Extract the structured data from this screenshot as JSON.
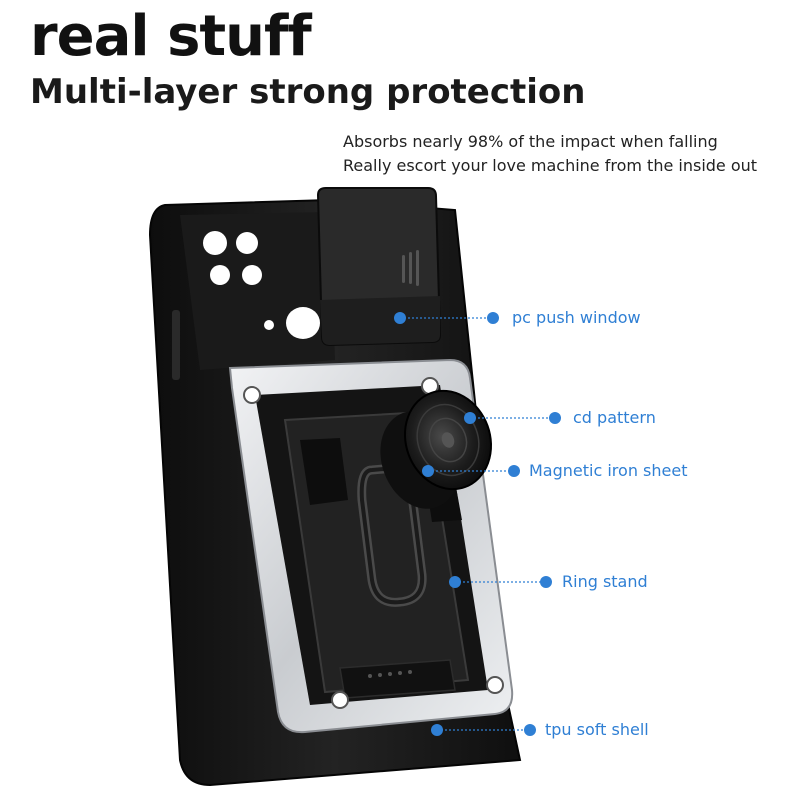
{
  "headline": "real stuff",
  "subheadline": "Multi-layer strong protection",
  "tagline": {
    "line1": "Absorbs nearly 98% of the impact when falling",
    "line2": "Really escort your love machine from the inside out"
  },
  "callouts": {
    "pc_push_window": "pc push window",
    "cd_pattern": "cd pattern",
    "magnetic_iron_sheet": "Magnetic iron sheet",
    "ring_stand": "Ring stand",
    "tpu_soft_shell": "tpu soft shell"
  },
  "colors": {
    "callout_blue": "#2f7fd4",
    "case_black": "#151515",
    "armor_silver": "#d9dbde"
  }
}
